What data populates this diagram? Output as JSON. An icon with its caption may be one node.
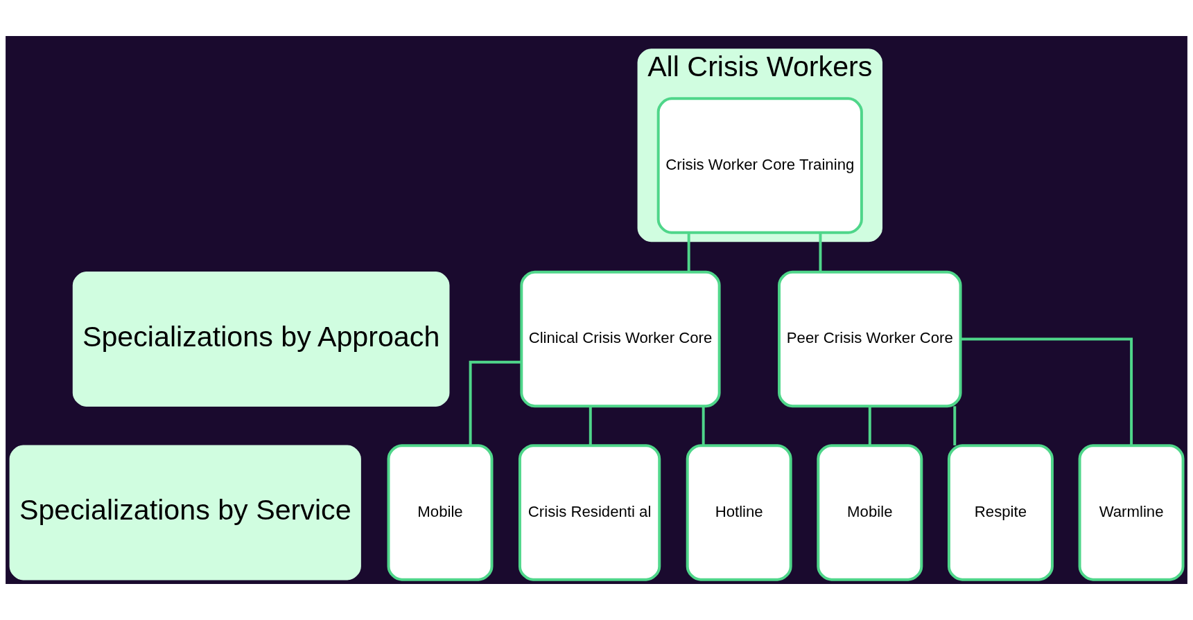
{
  "diagram": {
    "nodes": [
      {
        "text": [
          "All Crisis Workers"
        ]
      },
      {
        "text": [
          "Crisis Worker Core Training"
        ],
        "in": 0
      },
      {
        "text": [
          "Specializations by Approach"
        ]
      },
      {
        "text": [
          "Clinical Crisis Worker Core"
        ]
      },
      {
        "text": [
          "Peer Crisis Worker Core"
        ]
      },
      {
        "text": [
          "Specializations by Service"
        ]
      },
      {
        "text": [
          "Mobile"
        ]
      },
      {
        "text": [
          "Crisis Residenti al"
        ]
      },
      {
        "text": [
          "Hotline"
        ]
      },
      {
        "text": [
          "Mobile"
        ]
      },
      {
        "text": [
          "Respite"
        ]
      },
      {
        "text": [
          "Warmline"
        ]
      }
    ],
    "edges": [
      {
        "from": 1,
        "to": 3,
        "arrow": "none"
      },
      {
        "from": 1,
        "to": 4,
        "arrow": "none"
      },
      {
        "from": 3,
        "to": 6,
        "arrow": "none"
      },
      {
        "from": 3,
        "to": 7,
        "arrow": "none"
      },
      {
        "from": 3,
        "to": 8,
        "arrow": "none"
      },
      {
        "from": 4,
        "to": 9,
        "arrow": "none"
      },
      {
        "from": 4,
        "to": 10,
        "arrow": "none"
      },
      {
        "from": 4,
        "to": 11,
        "arrow": "none"
      }
    ]
  }
}
